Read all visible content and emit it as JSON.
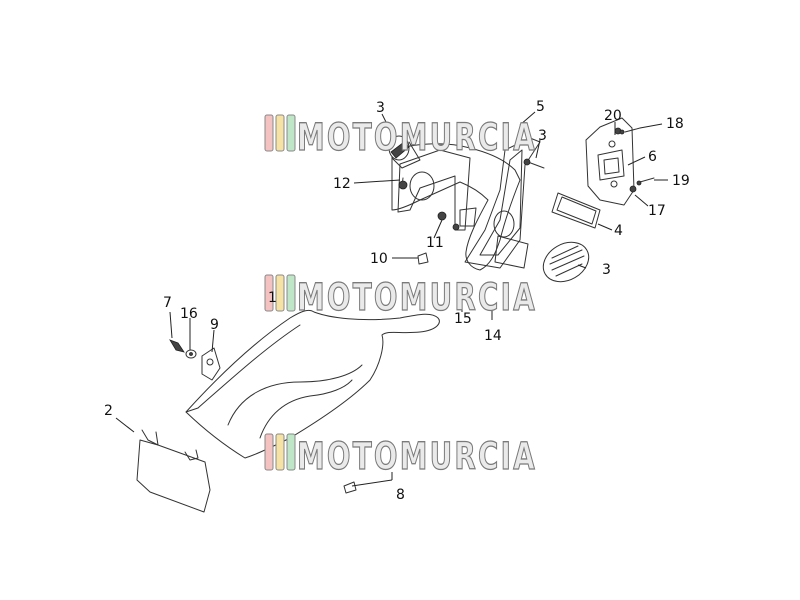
{
  "diagram": {
    "watermark": {
      "text": "MOTOMURCIA",
      "stripe_colors": [
        "#f4c2c0",
        "#f7e2a6",
        "#bfe6c6"
      ]
    },
    "callouts": [
      {
        "id": "c3a",
        "label": "3"
      },
      {
        "id": "c5",
        "label": "5"
      },
      {
        "id": "c3b",
        "label": "3"
      },
      {
        "id": "c20",
        "label": "20"
      },
      {
        "id": "c18",
        "label": "18"
      },
      {
        "id": "c6",
        "label": "6"
      },
      {
        "id": "c19",
        "label": "19"
      },
      {
        "id": "c17",
        "label": "17"
      },
      {
        "id": "c12",
        "label": "12"
      },
      {
        "id": "c4",
        "label": "4"
      },
      {
        "id": "c11",
        "label": "11"
      },
      {
        "id": "c10",
        "label": "10"
      },
      {
        "id": "c3c",
        "label": "3"
      },
      {
        "id": "c1",
        "label": "1"
      },
      {
        "id": "c7",
        "label": "7"
      },
      {
        "id": "c16",
        "label": "16"
      },
      {
        "id": "c9",
        "label": "9"
      },
      {
        "id": "c15",
        "label": "15"
      },
      {
        "id": "c14",
        "label": "14"
      },
      {
        "id": "c2",
        "label": "2"
      },
      {
        "id": "c8",
        "label": "8"
      }
    ]
  }
}
